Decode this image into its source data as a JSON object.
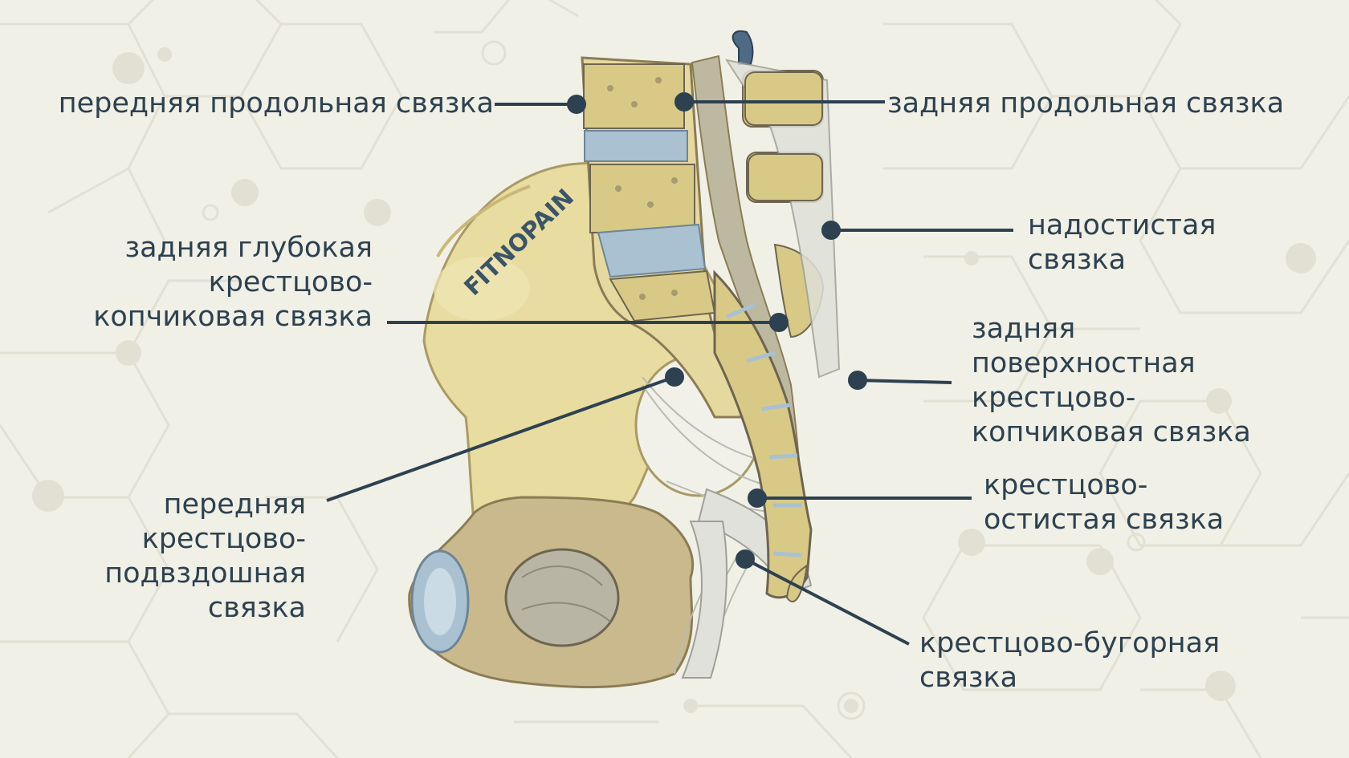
{
  "colors": {
    "background": "#f1f0e6",
    "pattern": "#e2e0d3",
    "leader_lines": "#2d4150",
    "label_text": "#2d4150",
    "bone": "#e8dca0",
    "bone_shadow": "#a99a66",
    "disc": "#a9c1d1",
    "ligament": "#d9dad2"
  },
  "watermark": {
    "text": "FITNOPAIN"
  },
  "labels": {
    "anterior_longitudinal": {
      "lines": [
        "передняя продольная связка"
      ]
    },
    "posterior_longitudinal": {
      "lines": [
        "задняя продольная связка"
      ]
    },
    "supraspinous": {
      "lines": [
        "надостистая",
        "связка"
      ]
    },
    "deep_posterior_sacrococcygeal": {
      "lines": [
        "задняя глубокая",
        "крестцово-",
        "копчиковая связка"
      ]
    },
    "superficial_posterior_sacrococcygeal": {
      "lines": [
        "задняя",
        "поверхностная",
        "крестцово-",
        "копчиковая связка"
      ]
    },
    "anterior_sacroiliac": {
      "lines": [
        "передняя",
        "крестцово-",
        "подвздошная",
        "связка"
      ]
    },
    "sacrospinous": {
      "lines": [
        "крестцово-",
        "остистая связка"
      ]
    },
    "sacrotuberous": {
      "lines": [
        "крестцово-бугорная",
        "связка"
      ]
    }
  }
}
